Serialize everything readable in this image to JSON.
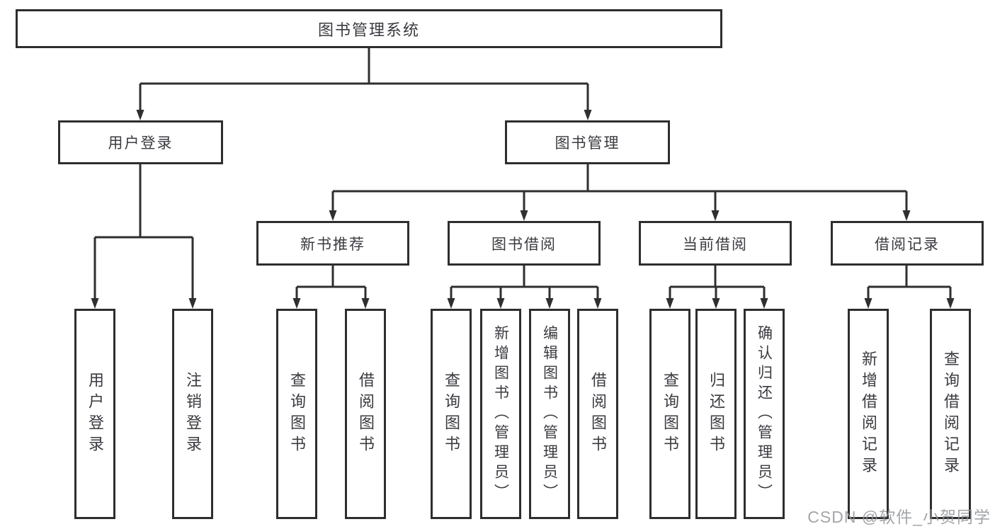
{
  "title": "图书管理系统",
  "level2": [
    {
      "id": "user-login",
      "label": "用户登录"
    },
    {
      "id": "book-management",
      "label": "图书管理"
    }
  ],
  "level3": [
    {
      "id": "new-book-recommend",
      "label": "新书推荐",
      "parent": "图书管理"
    },
    {
      "id": "book-borrowing",
      "label": "图书借阅",
      "parent": "图书管理"
    },
    {
      "id": "current-borrowing",
      "label": "当前借阅",
      "parent": "图书管理"
    },
    {
      "id": "borrowing-records",
      "label": "借阅记录",
      "parent": "图书管理"
    }
  ],
  "leaves": [
    {
      "label": "用户登录",
      "parent": "用户登录"
    },
    {
      "label": "注销登录",
      "parent": "用户登录"
    },
    {
      "label": "查询图书",
      "parent": "新书推荐"
    },
    {
      "label": "借阅图书",
      "parent": "新书推荐"
    },
    {
      "label": "查询图书",
      "parent": "图书借阅"
    },
    {
      "label": "新增图书（管理员）",
      "parent": "图书借阅"
    },
    {
      "label": "编辑图书（管理员）",
      "parent": "图书借阅"
    },
    {
      "label": "借阅图书",
      "parent": "图书借阅"
    },
    {
      "label": "查询图书",
      "parent": "当前借阅"
    },
    {
      "label": "归还图书",
      "parent": "当前借阅"
    },
    {
      "label": "确认归还（管理员）",
      "parent": "当前借阅"
    },
    {
      "label": "新增借阅记录",
      "parent": "借阅记录"
    },
    {
      "label": "查询借阅记录",
      "parent": "借阅记录"
    }
  ],
  "watermark": "CSDN @软件_小贺同学",
  "colors": {
    "line": "#2f2f2f",
    "box_border": "#2e2e2e",
    "text": "#3a3a40",
    "watermark": "#949599",
    "background": "#ffffff"
  }
}
